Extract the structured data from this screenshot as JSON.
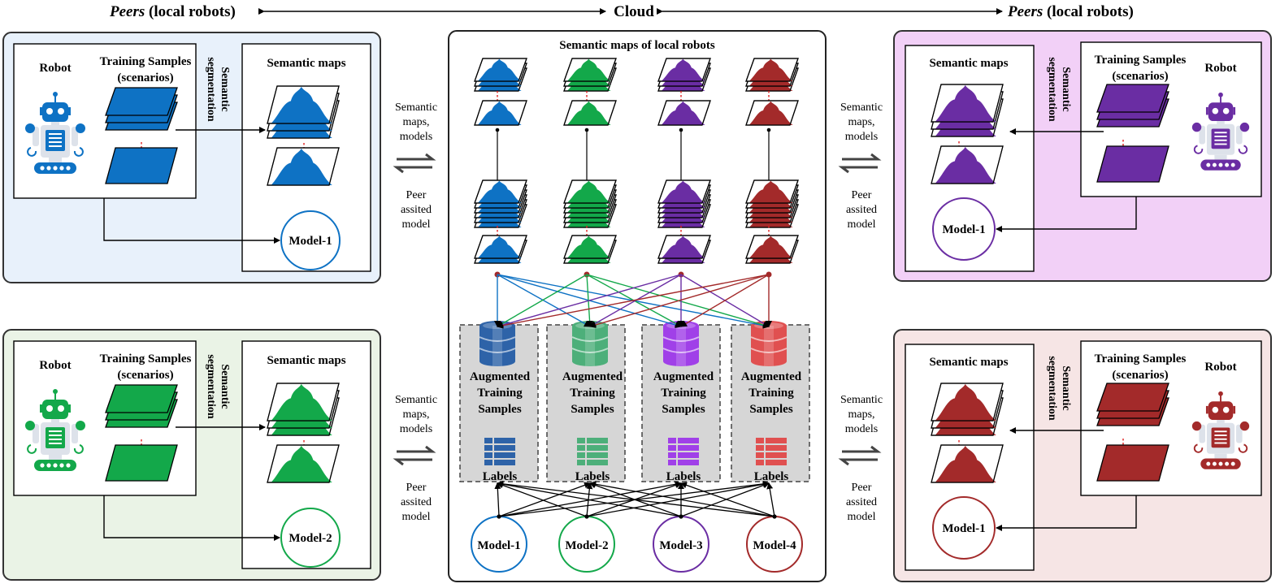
{
  "header": {
    "peers_italic": "Peers",
    "peers_rest": " (local robots)",
    "cloud": "Cloud"
  },
  "panel_labels": {
    "robot": "Robot",
    "training_line1": "Training Samples",
    "training_line2": "(scenarios)",
    "seg_line1": "Semantic",
    "seg_line2": "segmentation",
    "semantic_maps": "Semantic maps"
  },
  "panels": [
    {
      "id": "tl",
      "model": "Model-1",
      "color": "#0E72C4",
      "bg": "#E8F1FB"
    },
    {
      "id": "bl",
      "model": "Model-2",
      "color": "#13A84A",
      "bg": "#EAF3E6"
    },
    {
      "id": "tr",
      "model": "Model-1",
      "color": "#6A2DA3",
      "bg": "#F2D0F7"
    },
    {
      "id": "br",
      "model": "Model-1",
      "color": "#A32A2A",
      "bg": "#F6E5E5"
    }
  ],
  "exchange": {
    "line1": "Semantic",
    "line2": "maps,",
    "line3": "models",
    "peer1": "Peer",
    "peer2": "assited",
    "peer3": "model"
  },
  "cloud": {
    "title": "Semantic maps of local robots",
    "aug_line1": "Augmented",
    "aug_line2": "Training",
    "aug_line3": "Samples",
    "labels": "Labels",
    "models": [
      "Model-1",
      "Model-2",
      "Model-3",
      "Model-4"
    ],
    "colors": [
      "#0E72C4",
      "#13A84A",
      "#6A2DA3",
      "#A32A2A"
    ],
    "db_colors": [
      "#2E63A8",
      "#4DAF7A",
      "#A040E8",
      "#E05050"
    ]
  },
  "icons": [
    "robot-icon",
    "database-icon",
    "labels-table-icon",
    "semantic-map-icon",
    "double-arrow-icon"
  ]
}
